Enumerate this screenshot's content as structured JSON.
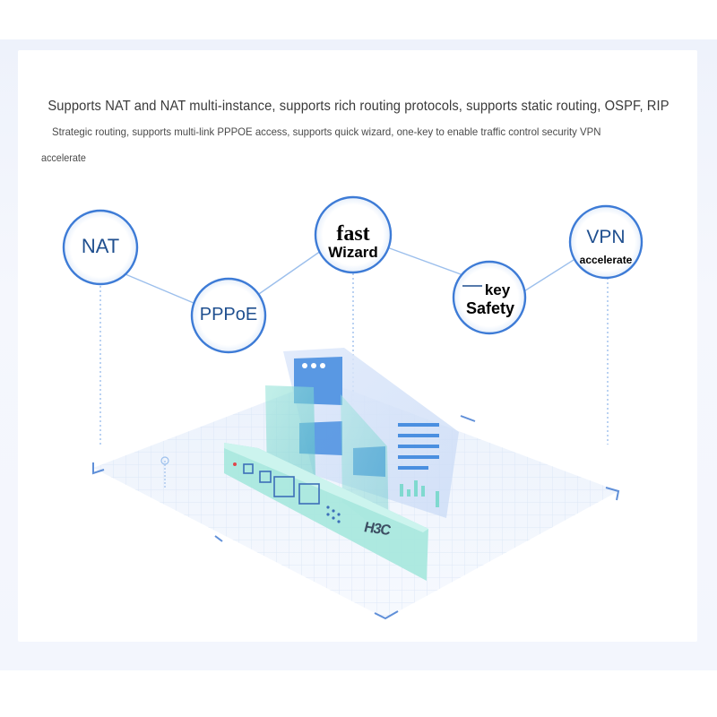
{
  "texts": {
    "headline": "Supports NAT and NAT multi-instance, supports rich routing protocols, supports static routing, OSPF, RIP",
    "subline": "Strategic routing, supports multi-link PPPOE access, supports quick wizard, one-key to enable traffic control security VPN",
    "subline2": "accelerate"
  },
  "nodes": {
    "nat": {
      "label": "NAT"
    },
    "pppoe": {
      "label": "PPPoE"
    },
    "wizard": {
      "line1": "fast",
      "line2": "Wizard"
    },
    "safety": {
      "line1": "key",
      "line2": "Safety"
    },
    "vpn": {
      "line1": "VPN",
      "line2": "accelerate"
    }
  },
  "device": {
    "brand": "H3C"
  },
  "colors": {
    "accent": "#2f6fd0",
    "node_border": "#3d7bd6",
    "link": "#8fb6ea",
    "panel_teal": "#7fd9cf",
    "panel_blue": "#4a8fe0"
  }
}
